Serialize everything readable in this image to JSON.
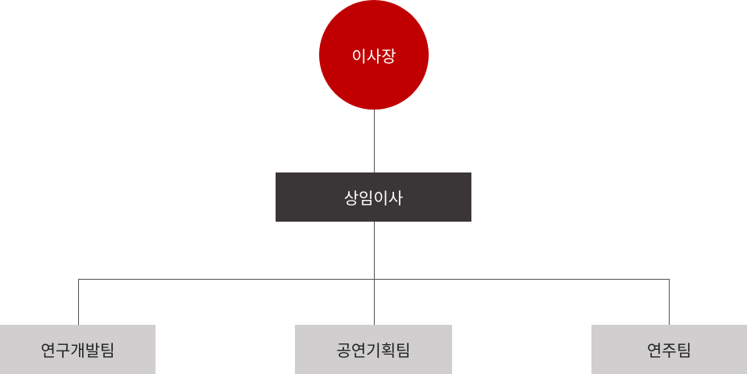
{
  "org_chart": {
    "chairman": {
      "label": "이사장",
      "color": "#c00000"
    },
    "director": {
      "label": "상임이사",
      "color": "#3a3536"
    },
    "teams": [
      {
        "label": "연구개발팀"
      },
      {
        "label": "공연기획팀"
      },
      {
        "label": "연주팀"
      }
    ],
    "team_color": "#d0cecf",
    "connector_color": "#555555"
  }
}
